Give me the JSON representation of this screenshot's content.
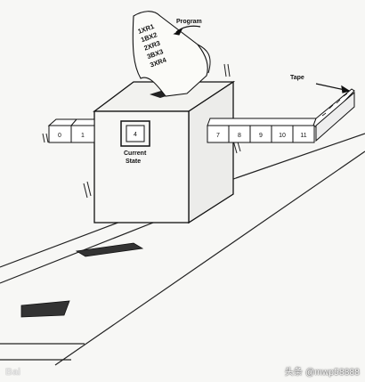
{
  "labels": {
    "program": "Program",
    "tape": "Tape",
    "current_state": "Current",
    "current_state_line2": "State"
  },
  "program_lines": [
    "1XR1",
    "1BX2",
    "2XR3",
    "3BX3",
    "3XR4"
  ],
  "left_cells": [
    "0",
    "1"
  ],
  "state_cell": "4",
  "right_cells": [
    "7",
    "8",
    "9",
    "10",
    "11"
  ],
  "watermark_left": "Bai",
  "watermark_right": "头条 @mwp58888"
}
